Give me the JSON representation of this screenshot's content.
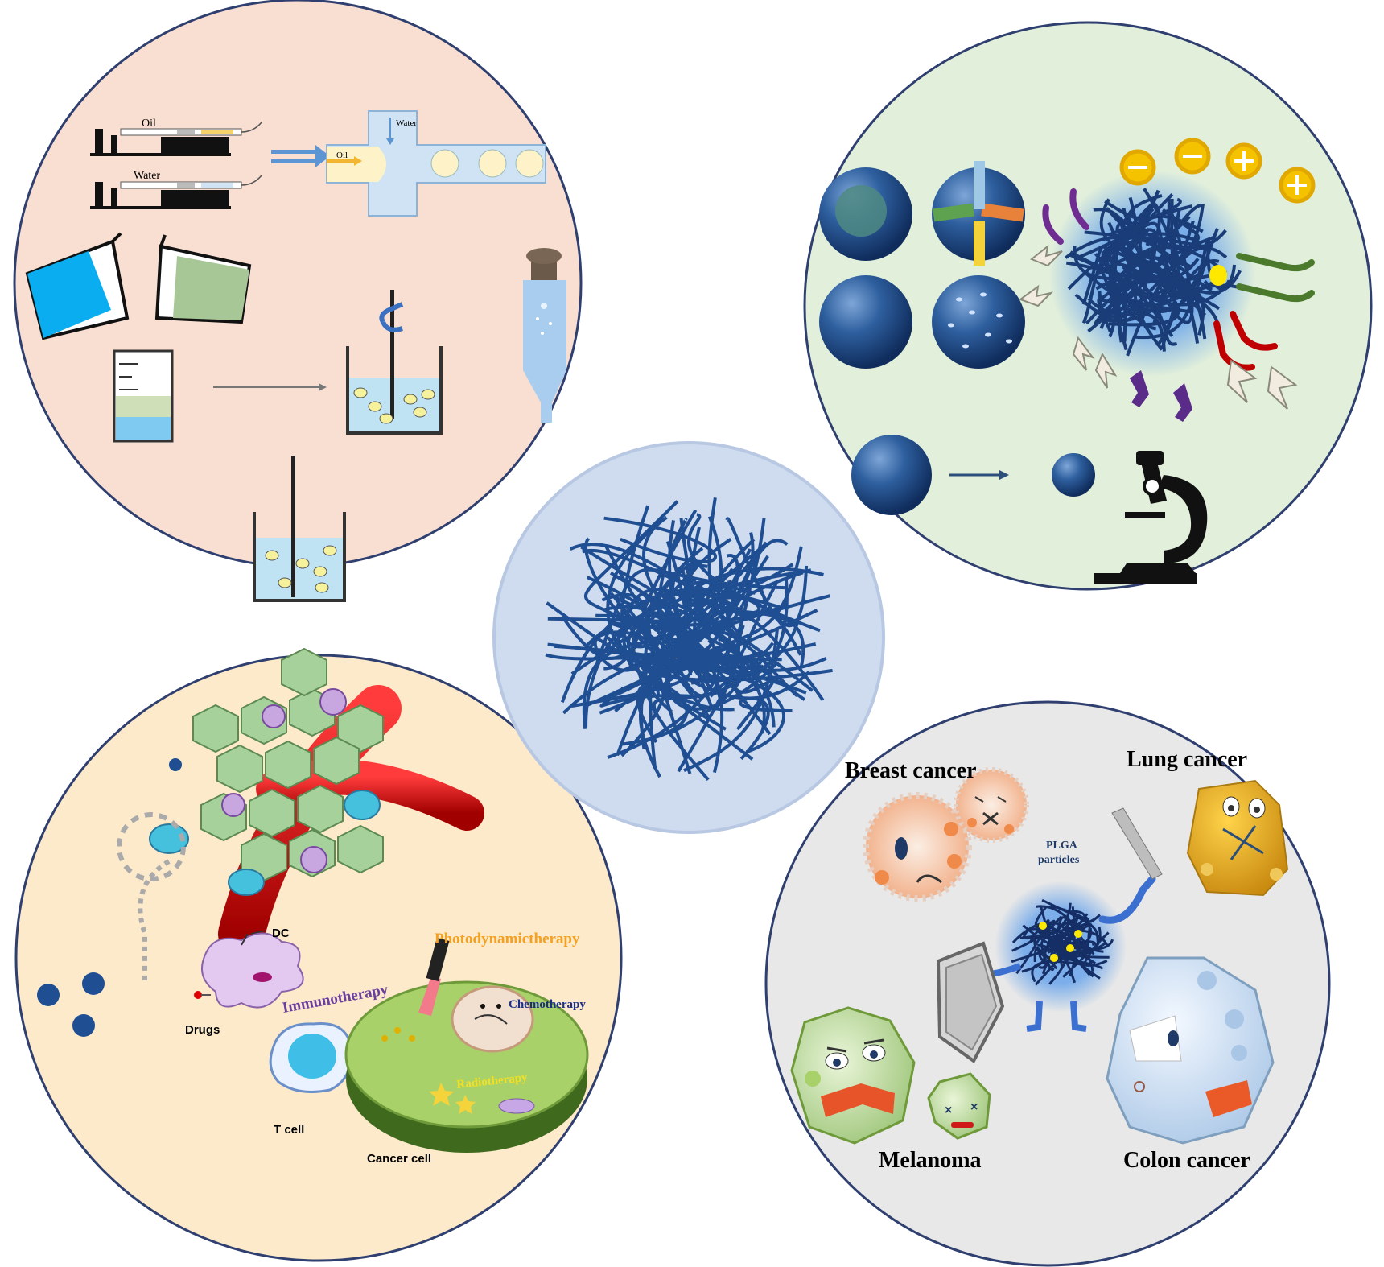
{
  "colors": {
    "fabrication_bg": "#f8dfd2",
    "characterization_bg": "#e1efdb",
    "therapy_bg": "#fdeacb",
    "cancer_bg": "#e8e8e8",
    "center_bg": "#cfdcef",
    "polymer_blue": "#1f4f92",
    "circle_border": "#2f3f6f"
  },
  "fabrication": {
    "syringe_oil_label": "Oil",
    "syringe_water_label": "Water",
    "chip_water_label": "Water",
    "chip_oil_label": "Oil"
  },
  "therapy": {
    "dc_label": "DC",
    "drugs_label": "Drugs",
    "tcell_label": "T cell",
    "cancer_cell_label": "Cancer cell",
    "photodynamic_label": "Photodynamictherapy",
    "immunotherapy_label": "Immunotherapy",
    "chemotherapy_label": "Chemotherapy",
    "radiotherapy_label": "Radiotherapy"
  },
  "cancers": {
    "breast": "Breast cancer",
    "lung": "Lung cancer",
    "melanoma": "Melanoma",
    "colon": "Colon cancer",
    "plga_line1": "PLGA",
    "plga_line2": "particles"
  }
}
